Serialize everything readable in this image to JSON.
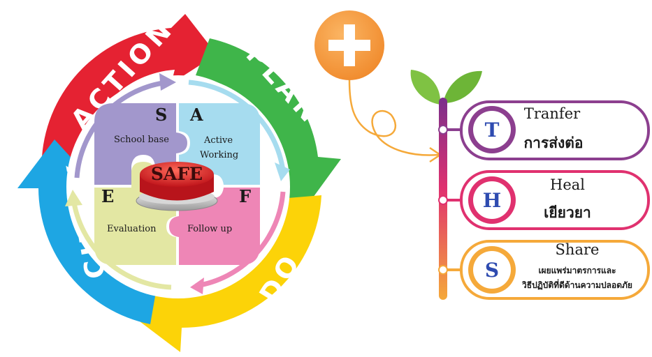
{
  "cycle": {
    "action": "ACTION",
    "plan": "PLAN",
    "do": "DO",
    "check": "CHECK"
  },
  "safe": {
    "center_label": "SAFE",
    "pieces": [
      {
        "letter": "S",
        "label": "School base",
        "color": "#a297cc"
      },
      {
        "letter": "A",
        "label_line1": "Active",
        "label_line2": "Working",
        "color": "#a6dcef"
      },
      {
        "letter": "E",
        "label": "Evaluation",
        "color": "#e3e7a3"
      },
      {
        "letter": "F",
        "label": "Follow up",
        "color": "#ee86b6"
      }
    ]
  },
  "plus_symbol": "+",
  "thS": [
    {
      "letter": "T",
      "title": "Tranfer",
      "thai": "การส่งต่อ",
      "color": "#8c3f8f"
    },
    {
      "letter": "H",
      "title": "Heal",
      "thai": "เยียวยา",
      "color": "#e0316f"
    },
    {
      "letter": "S",
      "title": "Share",
      "thai_line1": "เผยแพร่มาตรการและ",
      "thai_line2": "วิธีปฏิบัติที่ดีด้านความปลอดภัย",
      "color": "#f5a93a"
    }
  ],
  "colors": {
    "action_red": "#e52232",
    "plan_green": "#3fb54a",
    "do_yellow": "#fcd308",
    "check_blue": "#1ea6e3",
    "plus_orange": "#f59a3c",
    "leaf_green": "#7fc243"
  }
}
